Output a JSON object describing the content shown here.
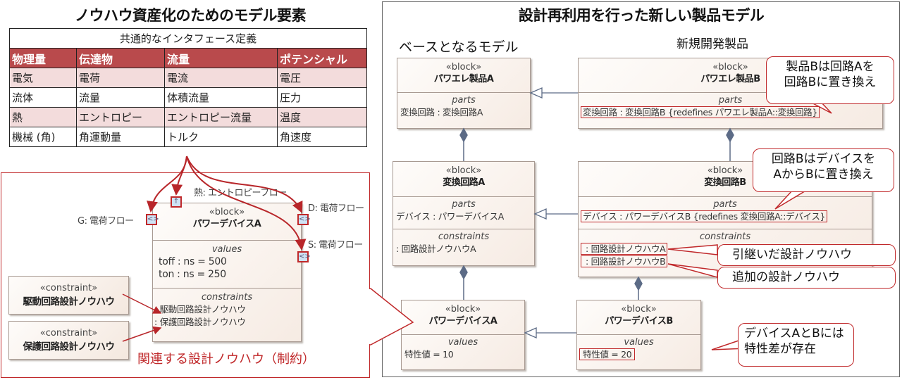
{
  "left": {
    "title": "ノウハウ資産化のためのモデル要素",
    "table": {
      "caption": "共通的なインタフェース定義",
      "headers": [
        "物理量",
        "伝達物",
        "流量",
        "ポテンシャル"
      ],
      "rows": [
        [
          "電気",
          "電荷",
          "電流",
          "電圧"
        ],
        [
          "流体",
          "流量",
          "体積流量",
          "圧力"
        ],
        [
          "熱",
          "エントロピー",
          "エントロピー流量",
          "温度"
        ],
        [
          "機械 (角)",
          "角運動量",
          "トルク",
          "角速度"
        ]
      ],
      "header_color": "#b94a4c",
      "stripe_color": "#f3dcdc"
    },
    "device_block": {
      "stereotype": "«block»",
      "name": "パワーデバイスA",
      "values_title": "values",
      "values": [
        "toff : ns = 500",
        "ton : ns = 250"
      ],
      "constraints_title": "constraints",
      "constraints": [
        ": 駆動回路設計ノウハウ",
        ": 保護回路設計ノウハウ"
      ]
    },
    "ports": {
      "thermal": "熱: エントロピーフロー",
      "gate": "G: 電荷フロー",
      "drain": "D: 電荷フロー",
      "source": "S: 電荷フロー",
      "thermal_glyph": "↑",
      "flow_glyph": "<>"
    },
    "constraint_blocks": [
      {
        "stereotype": "«constraint»",
        "name": "駆動回路設計ノウハウ"
      },
      {
        "stereotype": "«constraint»",
        "name": "保護回路設計ノウハウ"
      }
    ],
    "note": "関連する設計ノウハウ（制約）"
  },
  "right": {
    "title": "設計再利用を行った新しい製品モデル",
    "base_label": "ベースとなるモデル",
    "new_label": "新規開発製品",
    "blocks": {
      "productA": {
        "stereotype": "«block»",
        "name": "パワエレ製品A",
        "parts_title": "parts",
        "parts": [
          "変換回路 : 変換回路A"
        ]
      },
      "productB": {
        "stereotype": "«block»",
        "name": "パワエレ製品B",
        "parts_title": "parts",
        "parts": [
          "変換回路 : 変換回路B {redefines パワエレ製品A::変換回路}"
        ]
      },
      "circuitA": {
        "stereotype": "«block»",
        "name": "変換回路A",
        "parts_title": "parts",
        "parts": [
          "デバイス : パワーデバイスA"
        ],
        "constraints_title": "constraints",
        "constraints": [
          ": 回路設計ノウハウA"
        ]
      },
      "circuitB": {
        "stereotype": "«block»",
        "name": "変換回路B",
        "parts_title": "parts",
        "parts": [
          "デバイス : パワーデバイスB {redefines 変換回路A::デバイス}"
        ],
        "constraints_title": "constraints",
        "constraints": [
          ": 回路設計ノウハウA",
          ": 回路設計ノウハウB"
        ]
      },
      "deviceA": {
        "stereotype": "«block»",
        "name": "パワーデバイスA",
        "values_title": "values",
        "values": [
          "特性値 = 10"
        ]
      },
      "deviceB": {
        "stereotype": "«block»",
        "name": "パワーデバイスB",
        "values_title": "values",
        "values": [
          "特性値 = 20"
        ]
      }
    },
    "callouts": {
      "product": [
        "製品Bは回路Aを",
        "回路Bに置き換え"
      ],
      "circuit": [
        "回路Bはデバイスを",
        "AからBに置き換え"
      ],
      "inherited": "引継いだ設計ノウハウ",
      "added": "追加の設計ノウハウ",
      "device": [
        "デバイスAとBには",
        "特性差が存在"
      ]
    }
  }
}
